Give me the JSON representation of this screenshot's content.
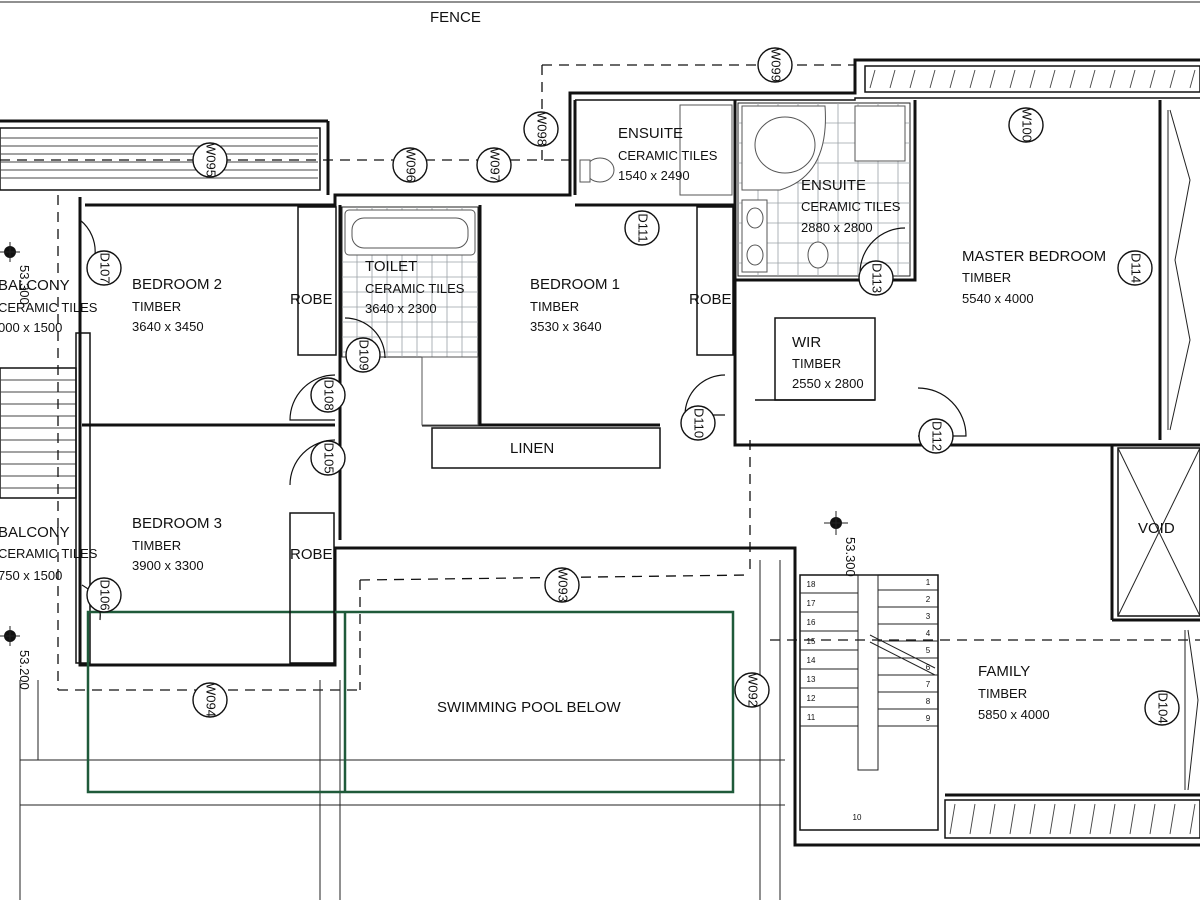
{
  "header": {
    "fence_label": "FENCE"
  },
  "rooms": {
    "balcony_top": {
      "name": "BALCONY",
      "finish": "CERAMIC TILES",
      "size": "000 x 1500"
    },
    "balcony_bottom": {
      "name": "BALCONY",
      "finish": "CERAMIC TILES",
      "size": "750 x 1500"
    },
    "bedroom2": {
      "name": "BEDROOM 2",
      "finish": "TIMBER",
      "size": "3640 x 3450"
    },
    "bedroom3": {
      "name": "BEDROOM 3",
      "finish": "TIMBER",
      "size": "3900 x 3300"
    },
    "toilet": {
      "name": "TOILET",
      "finish": "CERAMIC TILES",
      "size": "3640 x 2300"
    },
    "bedroom1": {
      "name": "BEDROOM 1",
      "finish": "TIMBER",
      "size": "3530 x 3640"
    },
    "ensuite1": {
      "name": "ENSUITE",
      "finish": "CERAMIC TILES",
      "size": "1540 x 2490"
    },
    "ensuite2": {
      "name": "ENSUITE",
      "finish": "CERAMIC TILES",
      "size": "2880 x 2800"
    },
    "master": {
      "name": "MASTER BEDROOM",
      "finish": "TIMBER",
      "size": "5540 x 4000"
    },
    "wir": {
      "name": "WIR",
      "finish": "TIMBER",
      "size": "2550 x 2800"
    },
    "family": {
      "name": "FAMILY",
      "finish": "TIMBER",
      "size": "5850 x 4000"
    }
  },
  "labels": {
    "robe_1": "ROBE",
    "robe_2": "ROBE",
    "robe_3": "ROBE",
    "linen": "LINEN",
    "void": "VOID",
    "pool": "SWIMMING POOL BELOW",
    "level_1": "53.300",
    "level_2": "53.200",
    "level_3": "53.300"
  },
  "tags": {
    "w095": "W095",
    "w096": "W096",
    "w097": "W097",
    "w098": "W098",
    "w099": "W099",
    "w100": "W100",
    "w093": "W093",
    "w094": "W094",
    "w092": "W092",
    "d107": "D107",
    "d106": "D106",
    "d108": "D108",
    "d105": "D105",
    "d109": "D109",
    "d110": "D110",
    "d111": "D111",
    "d113": "D113",
    "d112": "D112",
    "d114": "D114",
    "d104": "D104"
  },
  "stairs": {
    "left_numbers": [
      "18",
      "17",
      "16",
      "15",
      "14",
      "13",
      "12",
      "11"
    ],
    "right_numbers": [
      "1",
      "2",
      "3",
      "4",
      "5",
      "6",
      "7",
      "8",
      "9"
    ],
    "bottom_number": "10"
  }
}
